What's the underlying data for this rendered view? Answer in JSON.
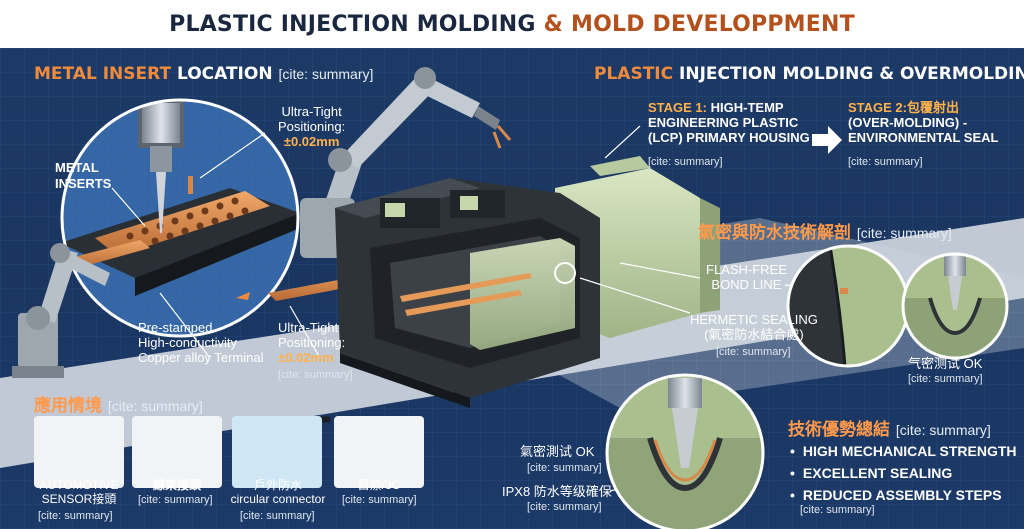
{
  "title": {
    "part1": "PLASTIC INJECTION MOLDING",
    "amp": "&",
    "part2": "MOLD DEVELOPPMENT"
  },
  "metal_insert": {
    "header_a": "METAL INSERT",
    "header_b": "LOCATION",
    "cite": "[cite: summary]",
    "inserts_label": "METAL\nINSERTS",
    "pos_label": "Ultra-Tight\nPositioning:",
    "pos_value": "±0.02mm",
    "terminal_label": "Pre-stamped\nHigh-conductivity\nCopper alloy Terminal",
    "pos2_label": "Ultra-Tight\nPositioning:",
    "pos2_value": "±0.02mm",
    "pos2_cite": "[cite: summary]"
  },
  "overmolding": {
    "header_a": "PLASTIC",
    "header_b": "INJECTION MOLDING & OVERMOLDING",
    "stage1_h": "STAGE 1:",
    "stage1_t": "HIGH-TEMP\nENGINEERING PLASTIC\n(LCP) PRIMARY HOUSING",
    "stage1_cite": "[cite: summary]",
    "stage2_h": "STAGE 2:包覆射出",
    "stage2_t": "(OVER-MOLDING) -\nENVIRONMENTAL SEAL",
    "stage2_cite": "[cite: summary]"
  },
  "sealing": {
    "header": "氣密與防水技術解剖",
    "cite": "[cite: summary]",
    "flash": "FLASH-FREE\nBOND LINE",
    "hermetic": "HERMETIC SEALING\n(氣密防水結合處)",
    "hermetic_cite": "[cite: summary]",
    "airtight": "气密测试 OK",
    "airtight_cite": "[cite: summary]"
  },
  "applications": {
    "header": "應用情境",
    "cite": "[cite: summary]",
    "items": [
      {
        "label": "AUTOMOTIVE\nSENSOR接頭",
        "cite": "[cite: summary]",
        "icon": "sensor-icon"
      },
      {
        "label": "線束接頭",
        "cite": "[cite: summary]",
        "icon": "wire-harness-icon"
      },
      {
        "label": "戶外防水\ncircular connector",
        "cite": "[cite: summary]",
        "icon": "circular-connector-icon"
      },
      {
        "label": "醫療/3C",
        "cite": "[cite: summary]",
        "icon": "medical-3c-icon"
      }
    ]
  },
  "tests": {
    "airtight": "氣密測试 OK",
    "airtight_cite": "[cite: summary]",
    "ipx8": "IPX8 防水等级確保",
    "ipx8_cite": "[cite: summary]"
  },
  "summary": {
    "header": "技術優勢總結",
    "cite": "[cite: summary]",
    "items": [
      "HIGH MECHANICAL STRENGTH",
      "EXCELLENT SEALING",
      "REDUCED ASSEMBLY STEPS"
    ],
    "cite2": "[cite: summary]"
  },
  "colors": {
    "navy": "#1a2740",
    "orange": "#b4501c",
    "accent": "#ffb24a",
    "copper": "#d8894a",
    "green": "#c5d6ab",
    "housing": "#2e3338"
  }
}
